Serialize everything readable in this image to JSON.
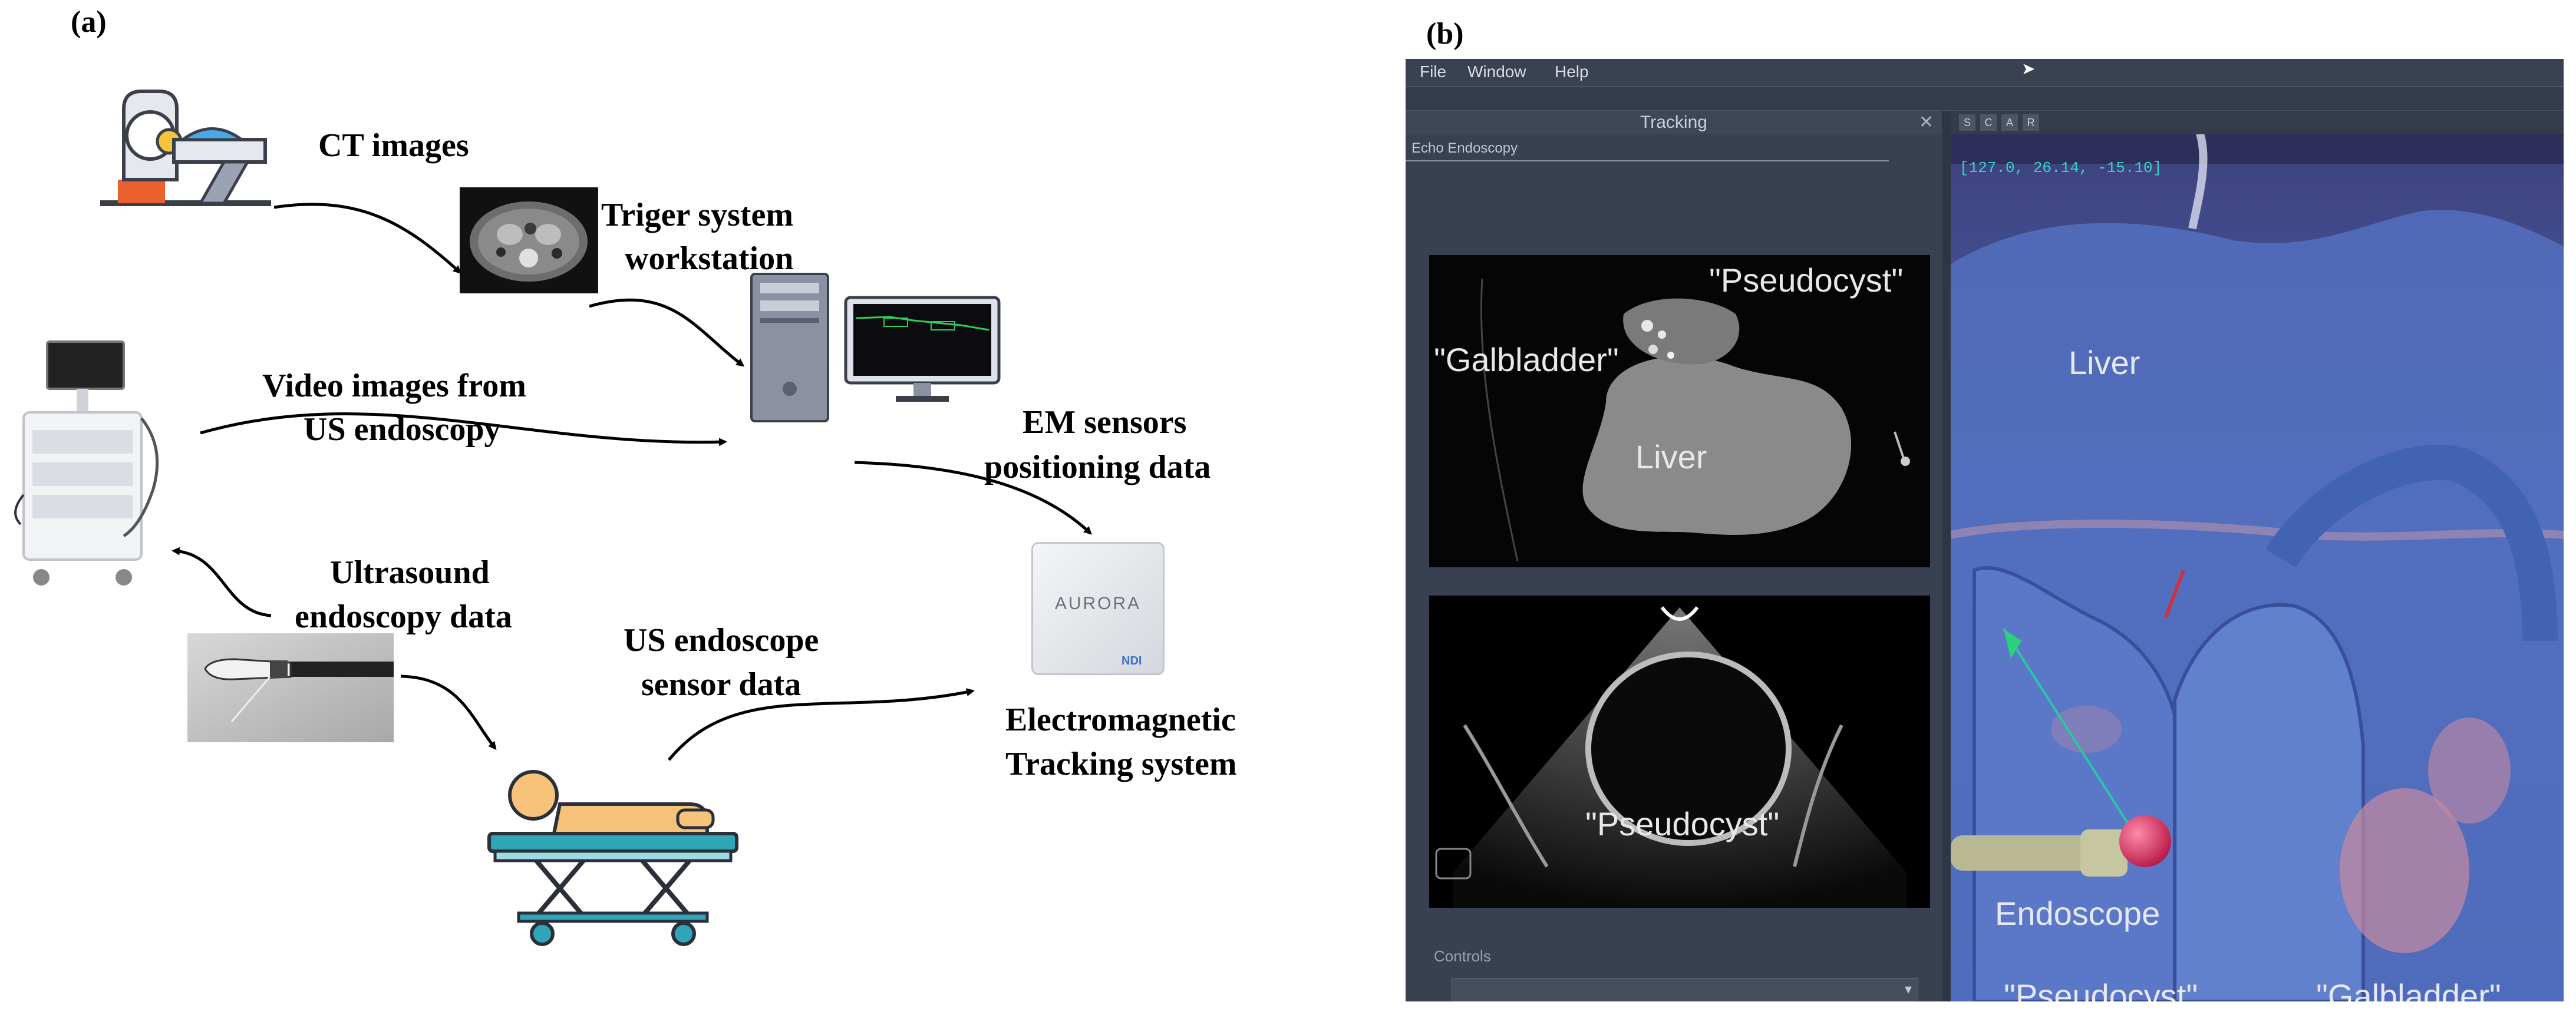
{
  "panel_a": {
    "letter": "(a)",
    "labels": {
      "ct_images": "CT images",
      "workstation_line1": "Triger system",
      "workstation_line2": "workstation",
      "video_line1": "Video images from",
      "video_line2": "US endoscopy",
      "em_line1": "EM sensors",
      "em_line2": "positioning data",
      "ultrasound_line1": "Ultrasound",
      "ultrasound_line2": "endoscopy data",
      "us_sensor_line1": "US endoscope",
      "us_sensor_line2": "sensor data",
      "tracking_line1": "Electromagnetic",
      "tracking_line2": "Tracking system"
    },
    "device_logo": "AURORA",
    "device_brand": "NDI"
  },
  "panel_b": {
    "letter": "(b)",
    "menu": [
      "File",
      "Window",
      "Help"
    ],
    "panel_title": "Tracking",
    "tab_label": "Echo Endoscopy",
    "toolbar_buttons": [
      "S",
      "C",
      "A",
      "R"
    ],
    "coord_readout": "[127.0, 26.14, -15.10]",
    "ct_labels": {
      "pseudocyst": "\"Pseudocyst\"",
      "galbladder": "\"Galbladder\"",
      "liver": "Liver"
    },
    "us_labels": {
      "pseudocyst": "\"Pseudocyst\""
    },
    "view3d_labels": {
      "liver": "Liver",
      "endoscope": "Endoscope",
      "pseudocyst": "\"Pseudocyst\"",
      "galbladder": "\"Galbladder\""
    },
    "controls_label": "Controls",
    "colors": {
      "app_bg": "#2e3646",
      "view3d_bg": "#3b4f8c",
      "marker": "#d8305a",
      "tracker_arrow": "#2bd07a"
    }
  }
}
